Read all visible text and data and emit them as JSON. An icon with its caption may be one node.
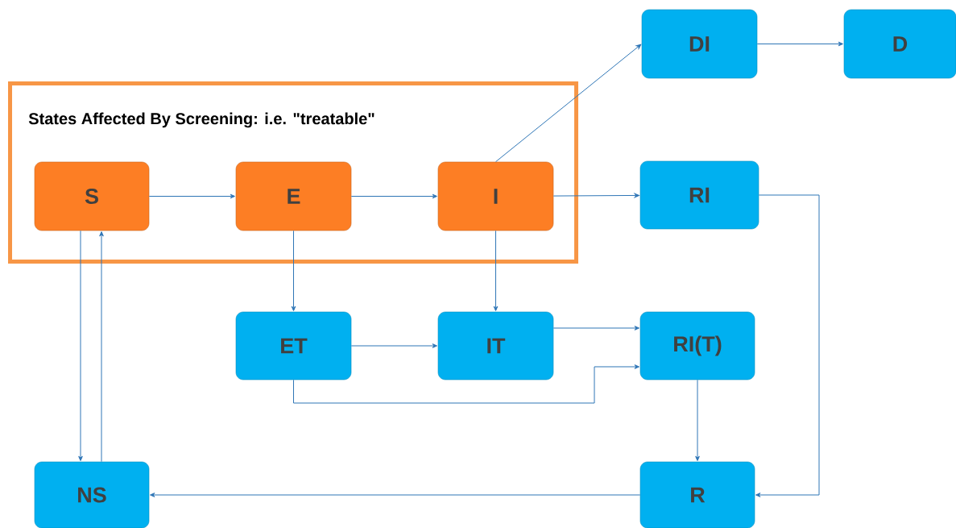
{
  "diagram": {
    "nodes": [
      {
        "text": [
          "States Affected By Screening: i.e. \"treatable\""
        ]
      },
      {
        "text": [
          "S"
        ],
        "in": 0
      },
      {
        "text": [
          "E"
        ],
        "in": 0
      },
      {
        "text": [
          "I"
        ],
        "in": 0
      },
      {
        "text": [
          "DI"
        ]
      },
      {
        "text": [
          "D"
        ]
      },
      {
        "text": [
          "RI"
        ]
      },
      {
        "text": [
          "ET"
        ]
      },
      {
        "text": [
          "IT"
        ]
      },
      {
        "text": [
          "RI(T)"
        ]
      },
      {
        "text": [
          "NS"
        ]
      },
      {
        "text": [
          "R"
        ]
      }
    ],
    "edges": [
      {
        "from": 1,
        "to": 2,
        "arrow": "to"
      },
      {
        "from": 2,
        "to": 3,
        "arrow": "to"
      },
      {
        "from": 3,
        "to": 4,
        "arrow": "to"
      },
      {
        "from": 4,
        "to": 5,
        "arrow": "to"
      },
      {
        "from": 3,
        "to": 6,
        "arrow": "to"
      },
      {
        "from": 2,
        "to": 7,
        "arrow": "to"
      },
      {
        "from": 3,
        "to": 8,
        "arrow": "to"
      },
      {
        "from": 7,
        "to": 8,
        "arrow": "to"
      },
      {
        "from": 8,
        "to": 9,
        "arrow": "to"
      },
      {
        "from": 7,
        "to": 9,
        "arrow": "to"
      },
      {
        "from": 6,
        "to": 11,
        "arrow": "to"
      },
      {
        "from": 9,
        "to": 11,
        "arrow": "to"
      },
      {
        "from": 11,
        "to": 10,
        "arrow": "to"
      },
      {
        "from": 1,
        "to": 10,
        "arrow": "to"
      },
      {
        "from": 10,
        "to": 1,
        "arrow": "to"
      }
    ]
  }
}
